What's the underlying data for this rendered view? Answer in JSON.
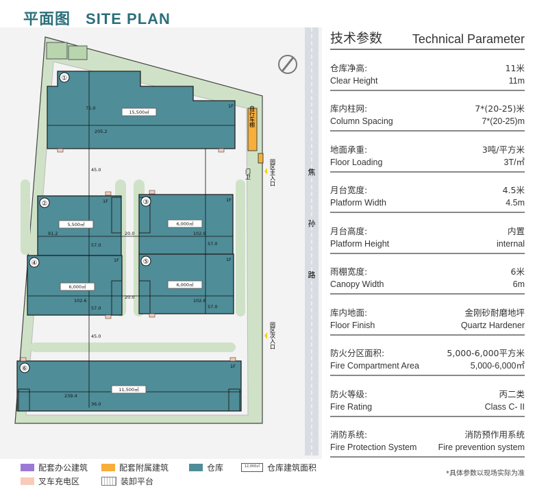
{
  "header": {
    "title_cn": "平面图",
    "title_en": "SITE PLAN"
  },
  "colors": {
    "warehouse": "#4f8d98",
    "office": "#9b7ad6",
    "ancillary": "#f7ae3b",
    "forklift": "#f8cbb8",
    "green": "#cfe2c7",
    "title": "#2c6f7a"
  },
  "plan": {
    "road": [
      "焦",
      "孙",
      "路"
    ],
    "main_gate": "园区主入口",
    "second_gate": "园区次入口",
    "guard": "门卫",
    "bike_shed": "自行车棚",
    "buildings": [
      {
        "no": "①",
        "area": "15,500㎡",
        "floor": "1F",
        "width": "205.2",
        "depth": "75.0"
      },
      {
        "no": "②",
        "area": "5,500㎡",
        "floor": "1F",
        "width": "91.2",
        "depth": "57.0"
      },
      {
        "no": "③",
        "area": "6,000㎡",
        "floor": "1F",
        "width": "102.6",
        "depth": "57.0"
      },
      {
        "no": "④",
        "area": "6,000㎡",
        "floor": "1F",
        "width": "102.6",
        "depth": "57.0"
      },
      {
        "no": "⑤",
        "area": "6,000㎡",
        "floor": "1F",
        "width": "102.6",
        "depth": "57.0"
      },
      {
        "no": "⑥",
        "area": "11,500㎡",
        "floor": "1F",
        "width": "239.4",
        "depth": "36.0"
      }
    ],
    "spacing": {
      "gap1": "45.0",
      "gap2": "20.0",
      "gap3": "20.0",
      "gap4": "45.0"
    }
  },
  "panel": {
    "title_cn": "技术参数",
    "title_en": "Technical Parameter",
    "rows": [
      {
        "cn": "仓库净高:",
        "cn_val": "11米",
        "en": "Clear Height",
        "en_val": "11m"
      },
      {
        "cn": "库内柱网:",
        "cn_val": "7*(20-25)米",
        "en": "Column Spacing",
        "en_val": "7*(20-25)m"
      },
      {
        "cn": "地面承重:",
        "cn_val": "3吨/平方米",
        "en": "Floor Loading",
        "en_val": "3T/㎡"
      },
      {
        "cn": "月台宽度:",
        "cn_val": "4.5米",
        "en": "Platform Width",
        "en_val": "4.5m"
      },
      {
        "cn": "月台高度:",
        "cn_val": "内置",
        "en": "Platform Height",
        "en_val": "internal"
      },
      {
        "cn": "雨棚宽度:",
        "cn_val": "6米",
        "en": "Canopy Width",
        "en_val": "6m"
      },
      {
        "cn": "库内地面:",
        "cn_val": "金刚砂耐磨地坪",
        "en": "Floor Finish",
        "en_val": "Quartz Hardener"
      },
      {
        "cn": "防火分区面积:",
        "cn_val": "5,000-6,000平方米",
        "en": "Fire Compartment Area",
        "en_val": "5,000-6,000㎡"
      },
      {
        "cn": "防火等级:",
        "cn_val": "丙二类",
        "en": "Fire Rating",
        "en_val": "Class C- II"
      },
      {
        "cn": "消防系统:",
        "cn_val": "消防预作用系统",
        "en": "Fire Protection System",
        "en_val": "Fire prevention system"
      }
    ]
  },
  "legend": {
    "office": "配套办公建筑",
    "ancillary": "配套附属建筑",
    "warehouse": "仓库",
    "area": "仓库建筑面积",
    "area_sample": "12,000㎡",
    "forklift": "叉车充电区",
    "platform": "装卸平台"
  },
  "note": "*具体参数以现场实际为准"
}
